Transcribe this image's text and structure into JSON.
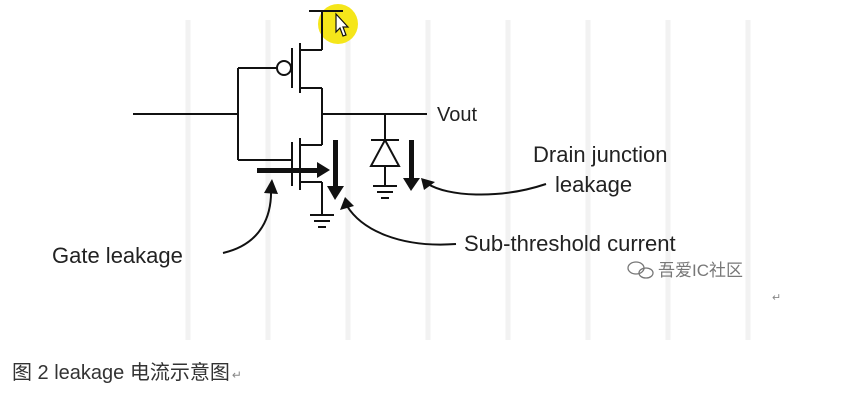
{
  "diagram": {
    "labels": {
      "vout": "Vout",
      "drain_line1": "Drain junction",
      "drain_line2": "leakage",
      "gate": "Gate leakage",
      "subthreshold": "Sub-threshold current"
    },
    "watermark": "吾爱IC社区",
    "return_mark": "↵"
  },
  "caption": {
    "text": "图 2 leakage 电流示意图",
    "return_mark": "↵"
  },
  "colors": {
    "line": "#111111",
    "cursor_highlight": "#f5e61a",
    "faint_grid": "#f2f2f2",
    "text": "#222222",
    "watermark": "#777777"
  }
}
